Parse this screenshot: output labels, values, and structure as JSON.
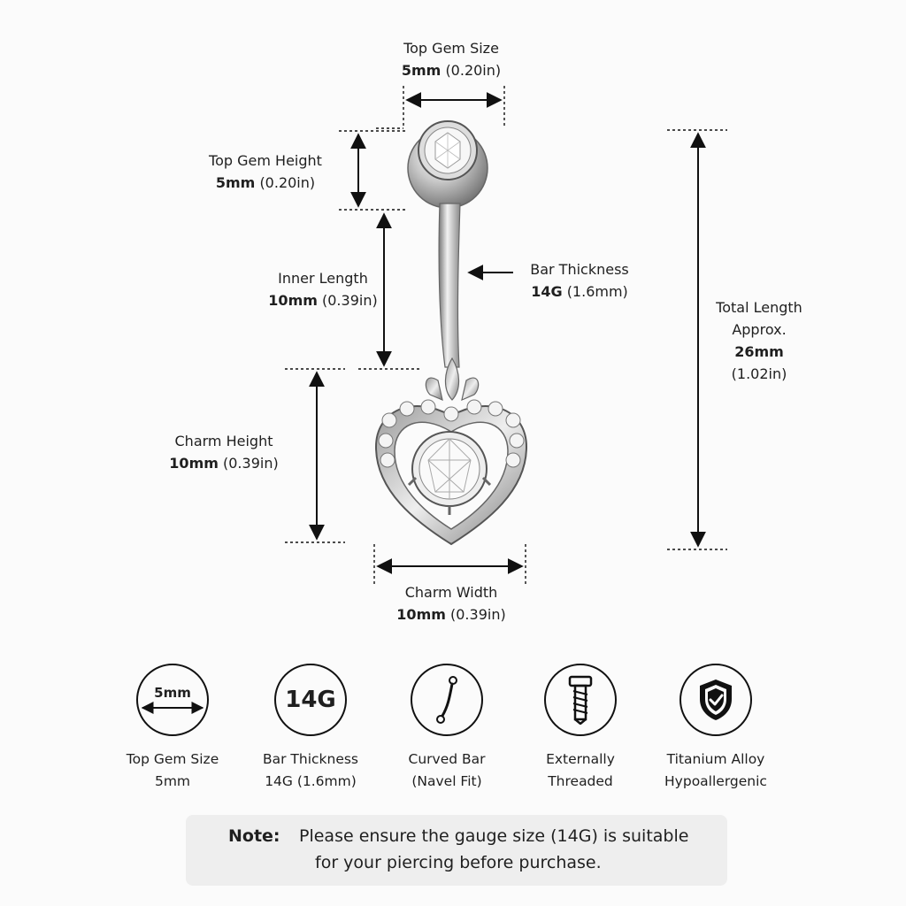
{
  "dimensions": {
    "top_gem_size": {
      "label": "Top Gem Size",
      "value": "5mm",
      "alt": "(0.20in)"
    },
    "top_gem_height": {
      "label": "Top Gem Height",
      "value": "5mm",
      "alt": "(0.20in)"
    },
    "inner_length": {
      "label": "Inner Length",
      "value": "10mm",
      "alt": "(0.39in)"
    },
    "bar_thickness": {
      "label": "Bar Thickness",
      "value": "14G",
      "alt": "(1.6mm)"
    },
    "total_length": {
      "label_line1": "Total Length",
      "label_line2": "Approx.",
      "value": "26mm",
      "alt": "(1.02in)"
    },
    "charm_height": {
      "label": "Charm Height",
      "value": "10mm",
      "alt": "(0.39in)"
    },
    "charm_width": {
      "label": "Charm Width",
      "value": "10mm",
      "alt": "(0.39in)"
    }
  },
  "features": [
    {
      "icon": "gem-size-icon",
      "icon_text": "5mm",
      "line1": "Top Gem Size",
      "line2": "5mm"
    },
    {
      "icon": "gauge-icon",
      "icon_text": "14G",
      "line1": "Bar Thickness",
      "line2": "14G (1.6mm)"
    },
    {
      "icon": "curved-bar-icon",
      "line1": "Curved Bar",
      "line2": "(Navel Fit)"
    },
    {
      "icon": "screw-icon",
      "line1": "Externally",
      "line2": "Threaded"
    },
    {
      "icon": "shield-check-icon",
      "line1": "Titanium Alloy",
      "line2": "Hypoallergenic"
    }
  ],
  "note": {
    "label": "Note:",
    "line1": "Please ensure the gauge size (14G) is suitable",
    "line2": "for your piercing before purchase."
  },
  "colors": {
    "background": "#fbfbfb",
    "line": "#111111",
    "note_bg": "#eeeeee"
  }
}
